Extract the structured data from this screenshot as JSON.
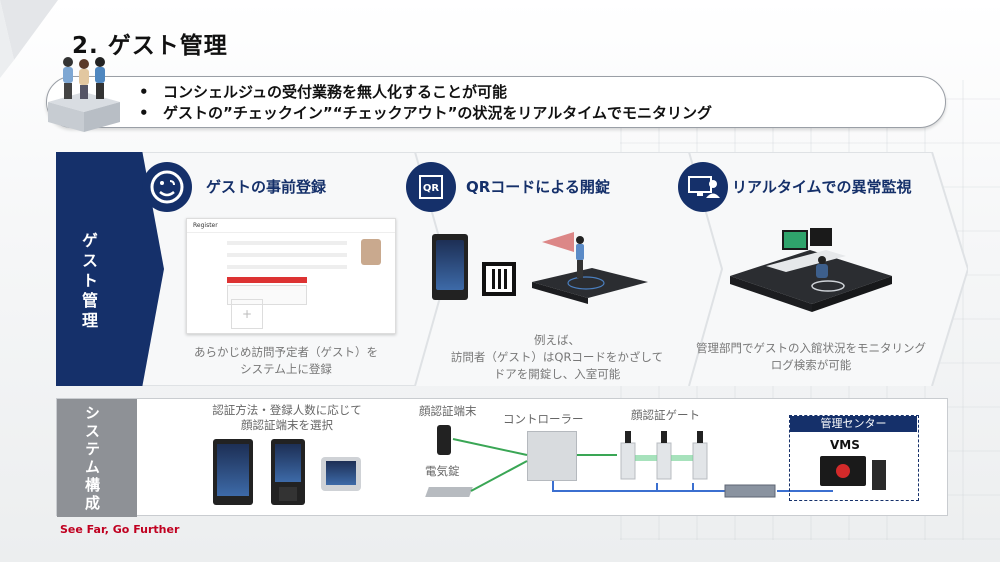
{
  "page": {
    "title": "2. ゲスト管理",
    "summary": [
      "コンシェルジュの受付業務を無人化することが可能",
      "ゲストの”チェックイン”“チェックアウト”の状況をリアルタイムでモニタリング"
    ],
    "footer": "See Far, Go Further"
  },
  "guest": {
    "tab_label": "ゲスト管理",
    "steps": [
      {
        "heading": "ゲストの事前登録",
        "caption": "あらかじめ訪問予定者（ゲスト）を\nシステム上に登録",
        "icon": "smile-face-icon"
      },
      {
        "heading": "QRコードによる開錠",
        "caption": "例えば、\n訪問者（ゲスト）はQRコードをかざして\nドアを開錠し、入室可能",
        "icon": "qr-code-icon"
      },
      {
        "heading": "リアルタイムでの異常監視",
        "caption": "管理部門でゲストの入館状況をモニタリング\nログ検索が可能",
        "icon": "monitor-user-icon"
      }
    ],
    "qr_icon_text": "QR",
    "register_form": {
      "title": "Register"
    }
  },
  "system": {
    "tab_label": "システム構成",
    "auth_caption": "認証方法・登録人数に応じて\n顔認証端末を選択",
    "labels": {
      "face_terminal": "顔認証端末",
      "electric_lock": "電気錠",
      "controller": "コントローラー",
      "face_gate": "顔認証ゲート",
      "management_center": "管理センター",
      "vms": "VMS"
    }
  },
  "colors": {
    "navy": "#15306a",
    "gray_tab": "#8e9196",
    "accent_red": "#c00020",
    "green_line": "#3aa655",
    "blue_line": "#3b6fd0"
  }
}
